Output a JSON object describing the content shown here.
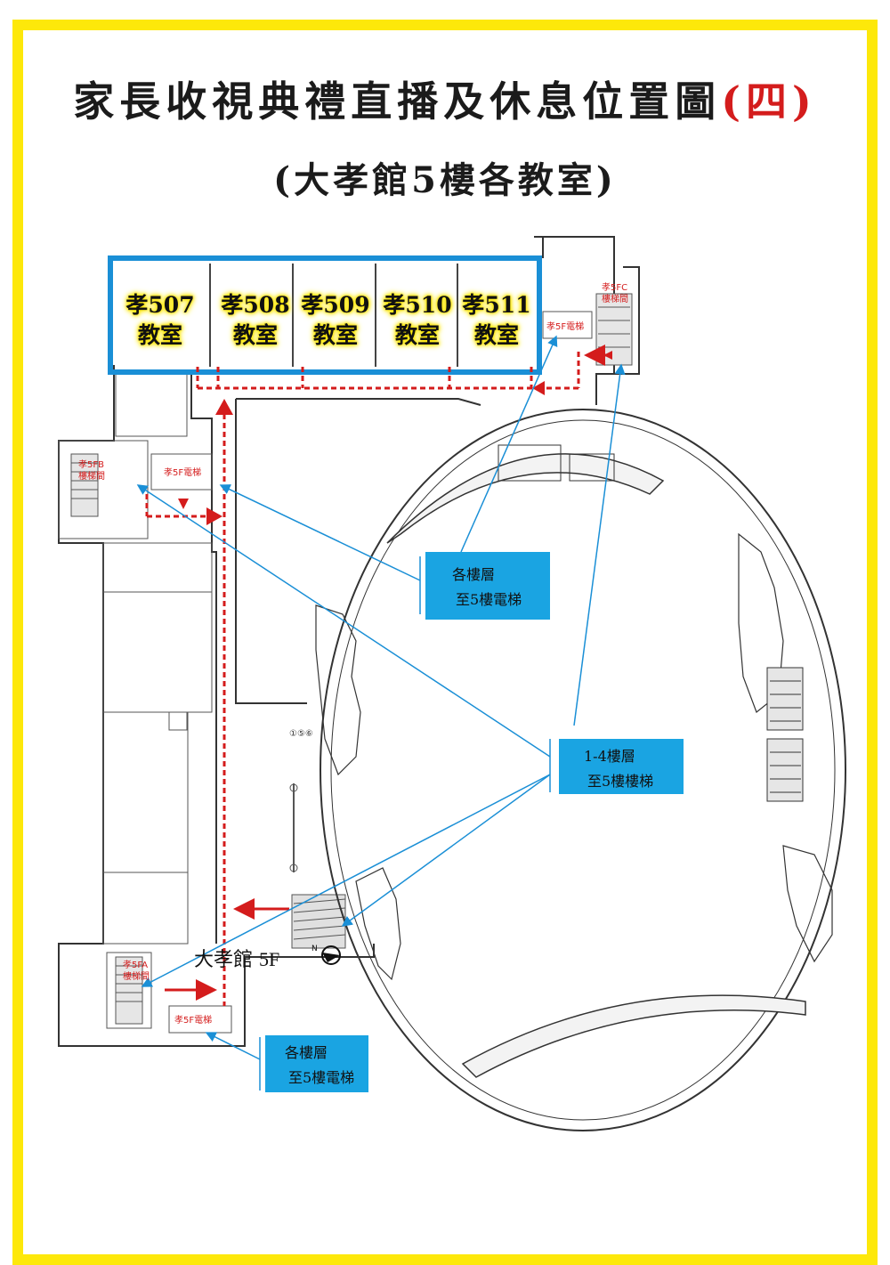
{
  "title": {
    "main": "家長收視典禮直播及休息位置圖",
    "suffix": "(四)"
  },
  "subtitle": "(大孝館5樓各教室)",
  "rooms": [
    {
      "code": "孝507",
      "label": "教室"
    },
    {
      "code": "孝508",
      "label": "教室"
    },
    {
      "code": "孝509",
      "label": "教室"
    },
    {
      "code": "孝510",
      "label": "教室"
    },
    {
      "code": "孝511",
      "label": "教室"
    }
  ],
  "map_labels": {
    "stair_b": "孝5FB",
    "stair_b_sub": "樓梯間",
    "elevator_b": "孝5F電梯",
    "stair_c": "孝5FC",
    "stair_c_sub": "樓梯間",
    "elevator_c": "孝5F電梯",
    "stair_a": "孝5FA",
    "stair_a_sub": "樓梯間",
    "elevator_a": "孝5F電梯",
    "small_mark": "①⑤⑥"
  },
  "callouts": {
    "elevator_top": {
      "line1": "各樓層",
      "line2": "至5樓電梯"
    },
    "stairs": {
      "line1": "1-4樓層",
      "line2": "至5樓樓梯"
    },
    "elevator_bottom": {
      "line1": "各樓層",
      "line2": "至5樓電梯"
    }
  },
  "floor_label": {
    "building": "大孝館",
    "floor": "5F"
  },
  "colors": {
    "frame": "#fde80a",
    "highlight": "#1a8fd6",
    "route": "#d41c1c",
    "callout": "#1aa4e2",
    "room_text_glow": "#fde80a"
  }
}
